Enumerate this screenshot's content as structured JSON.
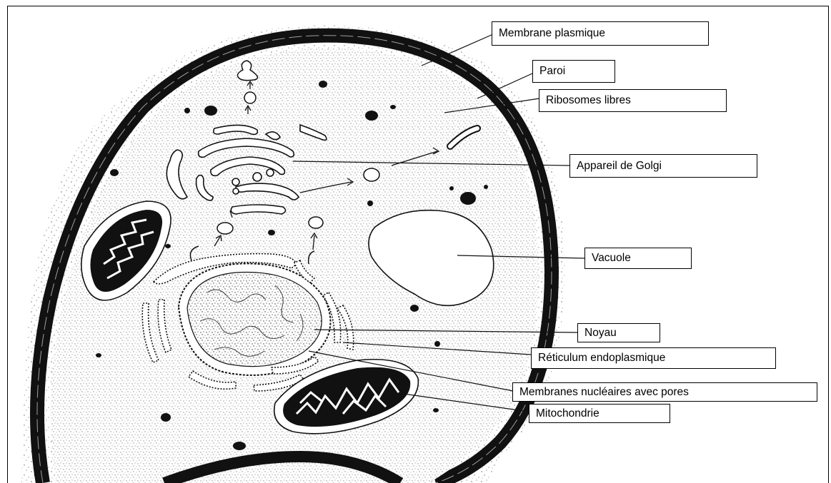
{
  "labels": {
    "membrane_plasmique": "Membrane plasmique",
    "paroi": "Paroi",
    "ribosomes_libres": "Ribosomes libres",
    "appareil_de_golgi": "Appareil de Golgi",
    "vacuole": "Vacuole",
    "noyau": "Noyau",
    "reticulum_endoplasmique": "Réticulum endoplasmique",
    "membranes_nucleaires": "Membranes nucléaires avec pores",
    "mitochondrie": "Mitochondrie"
  }
}
